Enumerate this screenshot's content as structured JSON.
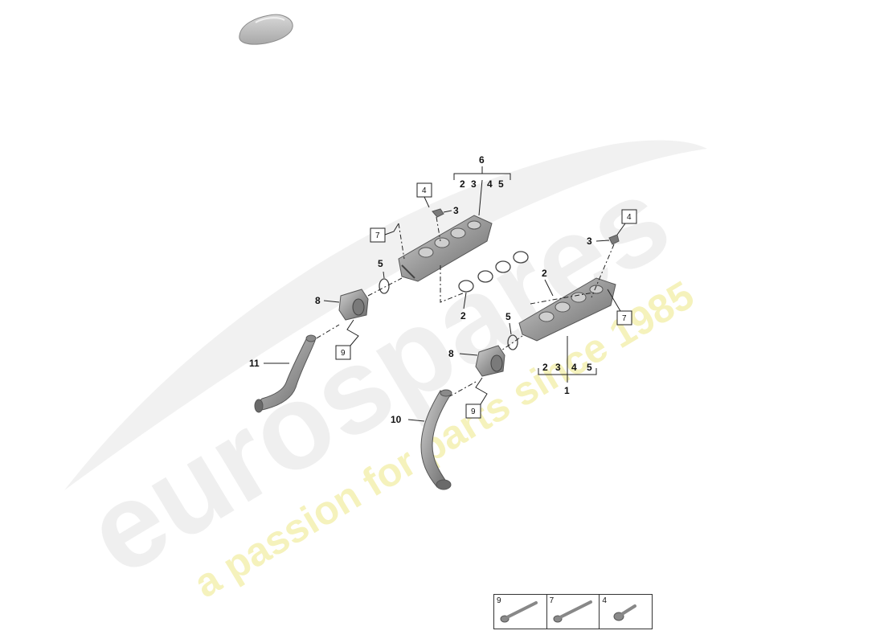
{
  "watermark": {
    "brand": "eurospares",
    "tagline": "a passion for parts since 1985"
  },
  "callouts": {
    "upper_assembly": "6",
    "upper_bracket_items": [
      "2",
      "3",
      "4",
      "5"
    ],
    "lower_assembly": "1",
    "lower_bracket_items": [
      "2",
      "3",
      "4",
      "5"
    ],
    "upper_gasket": "2",
    "lower_gasket": "2",
    "upper_sensor": "3",
    "lower_sensor": "3",
    "upper_oring": "5",
    "lower_oring": "5",
    "upper_throttle": "8",
    "lower_throttle": "8",
    "pipe_left": "11",
    "pipe_right": "10"
  },
  "boxed_refs": {
    "upper_sensor_screw": "4",
    "upper_manifold_bolt": "7",
    "upper_throttle_bolt": "9",
    "lower_sensor_screw": "4",
    "lower_manifold_bolt": "7",
    "lower_throttle_bolt": "9"
  },
  "legend": [
    {
      "ref": "9",
      "fastener": "long-bolt-icon"
    },
    {
      "ref": "7",
      "fastener": "long-bolt-icon"
    },
    {
      "ref": "4",
      "fastener": "short-screw-icon"
    }
  ],
  "colors": {
    "part_fill": "#9a9a9a",
    "part_dark": "#6d6d6d",
    "watermark": "#ececec",
    "watermark_tagline": "#f3f0b0"
  }
}
